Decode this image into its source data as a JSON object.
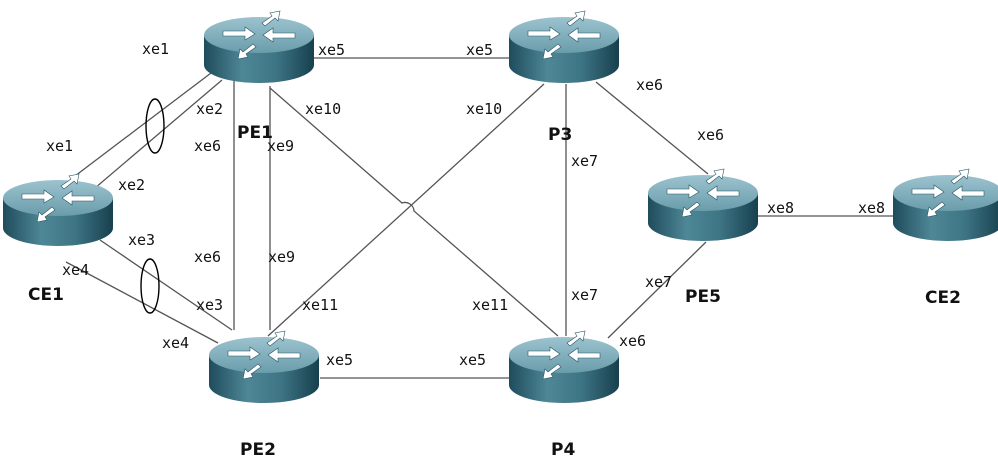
{
  "routers": {
    "pe1": {
      "label": "PE1"
    },
    "p3": {
      "label": "P3"
    },
    "ce1": {
      "label": "CE1"
    },
    "pe5": {
      "label": "PE5"
    },
    "ce2": {
      "label": "CE2"
    },
    "pe2": {
      "label": "PE2"
    },
    "p4": {
      "label": "P4"
    }
  },
  "interfaces": {
    "pe1_xe1": "xe1",
    "pe1_xe2": "xe2",
    "pe1_xe5": "xe5",
    "pe1_xe10": "xe10",
    "pe1_xe6": "xe6",
    "pe1_xe9": "xe9",
    "p3_xe5": "xe5",
    "p3_xe10": "xe10",
    "p3_xe6": "xe6",
    "p3_xe7": "xe7",
    "ce1_xe1": "xe1",
    "ce1_xe2": "xe2",
    "ce1_xe3": "xe3",
    "ce1_xe4": "xe4",
    "pe5_xe6_top": "xe6",
    "pe5_xe8": "xe8",
    "pe5_xe7": "xe7",
    "pe5_xe6_bottom": "xe6",
    "ce2_xe8": "xe8",
    "pe2_xe6": "xe6",
    "pe2_xe9": "xe9",
    "pe2_xe3": "xe3",
    "pe2_xe4": "xe4",
    "pe2_xe11": "xe11",
    "pe2_xe5": "xe5",
    "p4_xe11": "xe11",
    "p4_xe7": "xe7",
    "p4_xe5": "xe5"
  }
}
